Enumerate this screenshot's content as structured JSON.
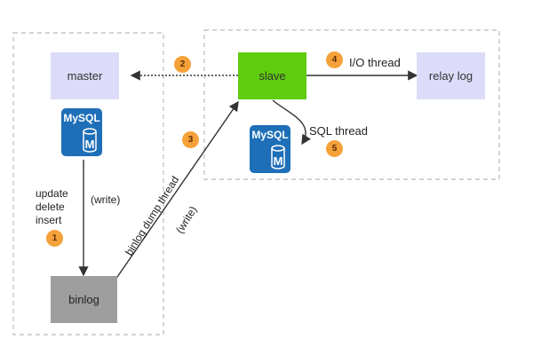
{
  "colors": {
    "master_box": "#dcdcfa",
    "slave_box": "#5fcc0e",
    "relay_box": "#dcdcfa",
    "binlog_box": "#9e9e9e",
    "badge": "#f5a13a",
    "mysql_icon": "#1e6fb8",
    "dash_border": "#bbbbbb",
    "arrow": "#333333"
  },
  "nodes": {
    "master": "master",
    "slave": "slave",
    "relay_log": "relay log",
    "binlog": "binlog"
  },
  "mysql_icons": [
    {
      "text": "MySQL",
      "letter": "M",
      "icon": "mysql-database-icon"
    },
    {
      "text": "MySQL",
      "letter": "M",
      "icon": "mysql-database-icon"
    }
  ],
  "steps": {
    "s1": "1",
    "s2": "2",
    "s3": "3",
    "s4": "4",
    "s5": "5"
  },
  "labels": {
    "update": "update",
    "delete": "delete",
    "insert": "insert",
    "write_left": "(write)",
    "binlog_dump_thread": "binlog dump thread",
    "write_rotated": "(write)",
    "io_thread": "I/O thread",
    "sql_thread": "SQL thread"
  }
}
